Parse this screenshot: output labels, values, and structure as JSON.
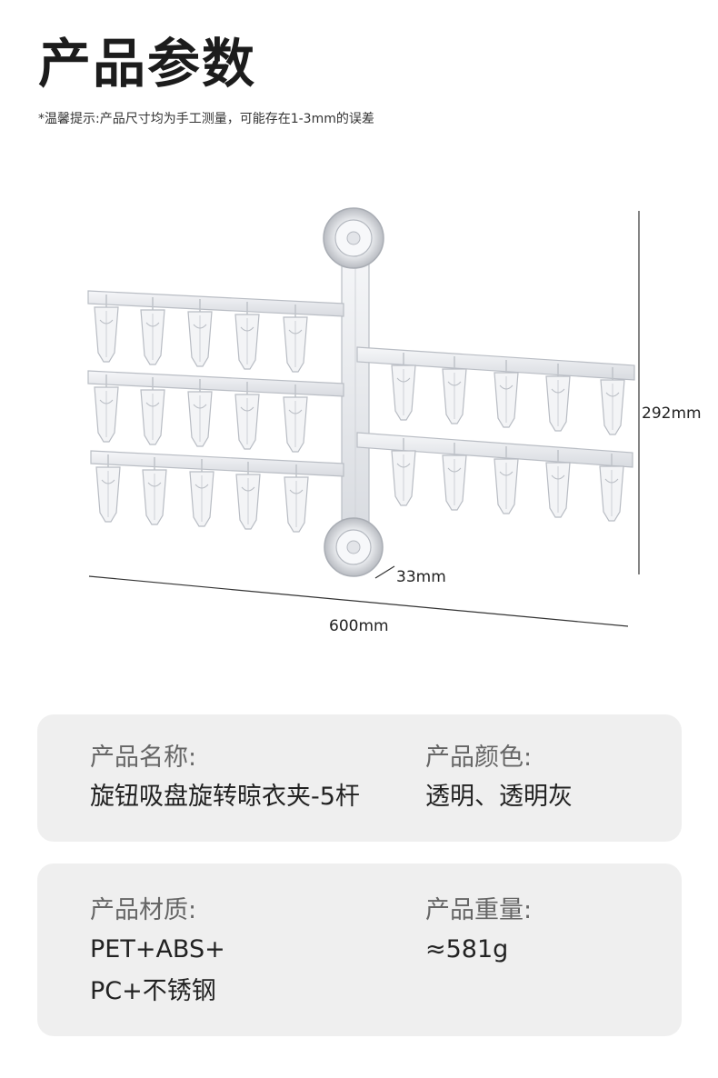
{
  "header": {
    "title": "产品参数",
    "note": "*温馨提示:产品尺寸均为手工测量，可能存在1-3mm的误差"
  },
  "dimensions": {
    "height": "292mm",
    "depth": "33mm",
    "width": "600mm"
  },
  "product_image": {
    "icon": "clothes-rack-with-clips-illustration"
  },
  "specs": {
    "name_label": "产品名称:",
    "name_value": "旋钮吸盘旋转晾衣夹-5杆",
    "color_label": "产品颜色:",
    "color_value": "透明、透明灰",
    "material_label": "产品材质:",
    "material_value_line1": "PET+ABS+",
    "material_value_line2": "PC+不锈钢",
    "weight_label": "产品重量:",
    "weight_value": "≈581g"
  },
  "colors": {
    "card_bg": "#efefef",
    "label": "#666666",
    "value": "#222222",
    "plastic": "#c9ccd2"
  }
}
